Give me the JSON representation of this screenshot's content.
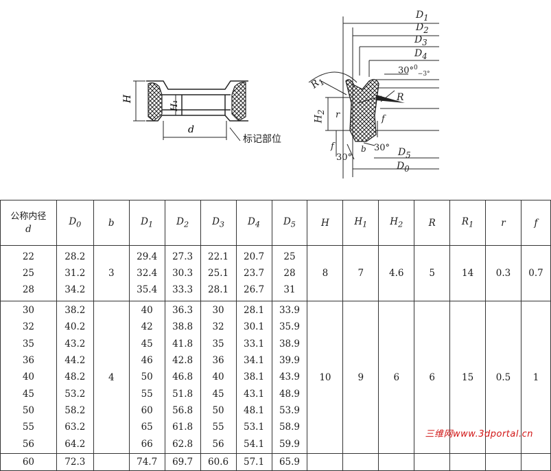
{
  "figure": {
    "left_dims": [
      "H",
      "H1",
      "d"
    ],
    "marking_label": "标记部位",
    "right_dims": [
      "D1",
      "D2",
      "D3",
      "D4",
      "R1",
      "30°",
      "0",
      "-3°",
      "R",
      "H2",
      "r",
      "f",
      "b",
      "30°",
      "30°",
      "D5",
      "D0"
    ]
  },
  "table": {
    "header": {
      "d_cn": "公称内径",
      "d_sym": "d",
      "cols": [
        "D0",
        "b",
        "D1",
        "D2",
        "D3",
        "D4",
        "D5",
        "H",
        "H1",
        "H2",
        "R",
        "R1",
        "r",
        "f"
      ]
    },
    "groups": [
      {
        "rows": [
          {
            "d": "22",
            "D0": "28.2",
            "D1": "29.4",
            "D2": "27.3",
            "D3": "22.1",
            "D4": "20.7",
            "D5": "25"
          },
          {
            "d": "25",
            "D0": "31.2",
            "D1": "32.4",
            "D2": "30.3",
            "D3": "25.1",
            "D4": "23.7",
            "D5": "28"
          },
          {
            "d": "28",
            "D0": "34.2",
            "D1": "35.4",
            "D2": "33.3",
            "D3": "28.1",
            "D4": "26.7",
            "D5": "31"
          }
        ],
        "b": "3",
        "H": "8",
        "H1": "7",
        "H2": "4.6",
        "R": "5",
        "R1": "14",
        "r": "0.3",
        "f": "0.7"
      },
      {
        "rows": [
          {
            "d": "30",
            "D0": "38.2",
            "D1": "40",
            "D2": "36.3",
            "D3": "30",
            "D4": "28.1",
            "D5": "33.9"
          },
          {
            "d": "32",
            "D0": "40.2",
            "D1": "42",
            "D2": "38.8",
            "D3": "32",
            "D4": "30.1",
            "D5": "35.9"
          },
          {
            "d": "35",
            "D0": "43.2",
            "D1": "45",
            "D2": "41.8",
            "D3": "35",
            "D4": "33.1",
            "D5": "38.9"
          },
          {
            "d": "36",
            "D0": "44.2",
            "D1": "46",
            "D2": "42.8",
            "D3": "36",
            "D4": "34.1",
            "D5": "39.9"
          },
          {
            "d": "40",
            "D0": "48.2",
            "D1": "50",
            "D2": "46.8",
            "D3": "40",
            "D4": "38.1",
            "D5": "43.9"
          },
          {
            "d": "45",
            "D0": "53.2",
            "D1": "55",
            "D2": "51.8",
            "D3": "45",
            "D4": "43.1",
            "D5": "48.9"
          },
          {
            "d": "50",
            "D0": "58.2",
            "D1": "60",
            "D2": "56.8",
            "D3": "50",
            "D4": "48.1",
            "D5": "53.9"
          },
          {
            "d": "55",
            "D0": "63.2",
            "D1": "65",
            "D2": "61.8",
            "D3": "55",
            "D4": "53.1",
            "D5": "58.9"
          },
          {
            "d": "56",
            "D0": "64.2",
            "D1": "66",
            "D2": "62.8",
            "D3": "56",
            "D4": "54.1",
            "D5": "59.9"
          }
        ],
        "b": "4",
        "H": "10",
        "H1": "9",
        "H2": "6",
        "R": "6",
        "R1": "15",
        "r": "0.5",
        "f": "1"
      },
      {
        "rows": [
          {
            "d": "60",
            "D0": "72.3",
            "D1": "74.7",
            "D2": "69.7",
            "D3": "60.6",
            "D4": "57.1",
            "D5": "65.9"
          }
        ]
      }
    ]
  },
  "watermark": "三维网www.3dportal.cn",
  "colors": {
    "ink": "#1a1a1a",
    "watermark": "#d11414"
  }
}
